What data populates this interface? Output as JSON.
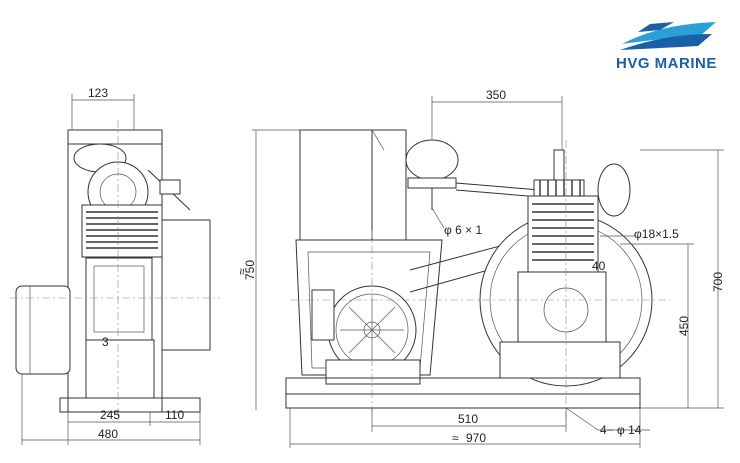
{
  "brand": {
    "name": "HVG MARINE",
    "color": "#1a5fa8",
    "accent": "#2a9fd8",
    "icon": "ship-icon"
  },
  "dimensions": {
    "side_width_top": "123",
    "side_base_left": "245",
    "side_base_right": "110",
    "side_total": "480",
    "height_overall": "750",
    "height_overall_prefix": "≈",
    "tank_offset": "350",
    "pipe_spec": "φ 6 × 1",
    "flange_spec": "φ18×1.5",
    "spec_40": "40",
    "height_700": "700",
    "height_450": "450",
    "base_span": "510",
    "total_length": "970",
    "total_length_prefix": "≈",
    "bolt_holes": "4− φ 14",
    "label_3": "3"
  }
}
